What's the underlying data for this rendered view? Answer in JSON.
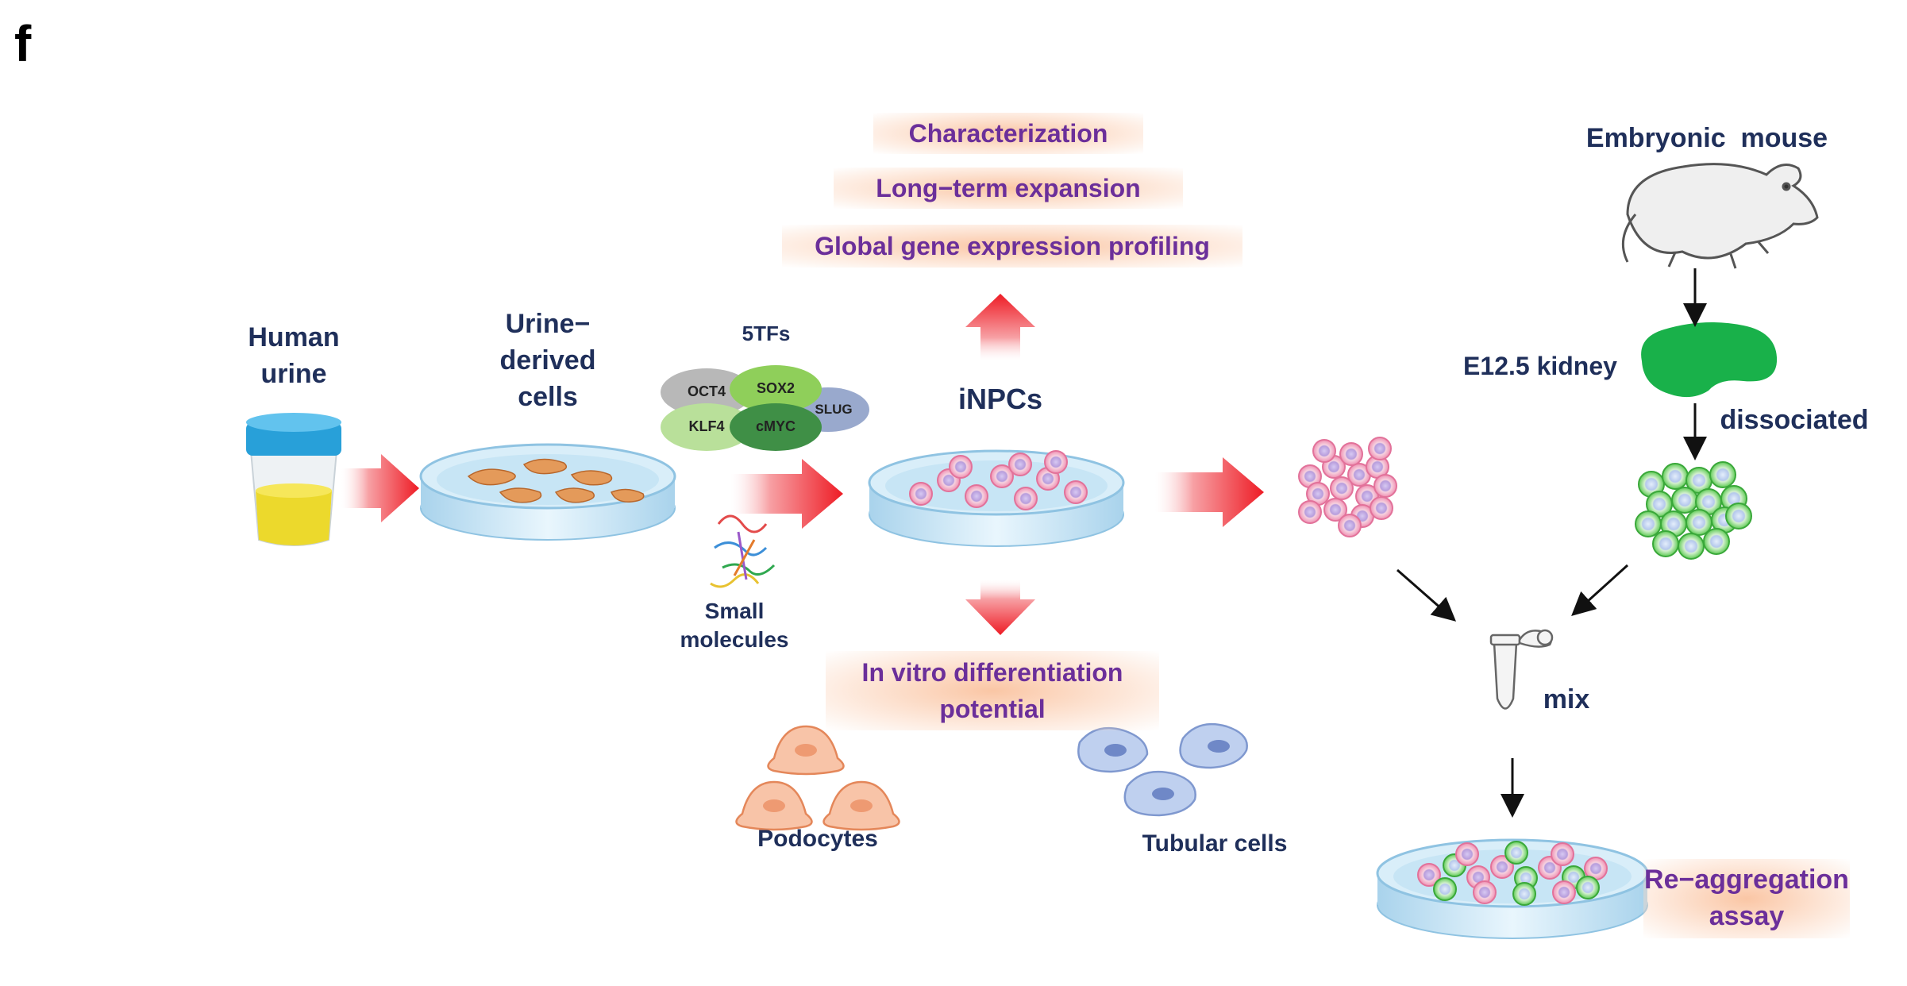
{
  "panel_letter": "f",
  "labels": {
    "human_urine": [
      "Human",
      "urine"
    ],
    "urine_derived": [
      "Urine−",
      "derived",
      "cells"
    ],
    "tfs_title": "5TFs",
    "tfs": [
      "OCT4",
      "SOX2",
      "SLUG",
      "KLF4",
      "cMYC"
    ],
    "small_molecules": [
      "Small",
      "molecules"
    ],
    "inpcs": "iNPCs",
    "characterization": "Characterization",
    "long_term": "Long−term expansion",
    "global_gene": "Global gene expression profiling",
    "in_vitro": [
      "In vitro differentiation",
      "potential"
    ],
    "podocytes": "Podocytes",
    "tubular_cells": "Tubular cells",
    "embryonic_mouse": "Embryonic  mouse",
    "e125_kidney": "E12.5 kidney",
    "dissociated": "dissociated",
    "mix": "mix",
    "reaggregation": [
      "Re−aggregation",
      "assay"
    ]
  },
  "colors": {
    "text_navy": "#1f2f5a",
    "text_purple": "#6b2f9a",
    "arrow_red": "#ee1c25",
    "kidney_green": "#19b14a",
    "cell_pink": "#f19bb8",
    "cell_violet": "#b49ad6",
    "podocyte_orange": "#f6b592",
    "tubular_blue": "#a9bde6",
    "dish_blue": "#bfe1f3"
  },
  "icons": [
    "urine-cup-icon",
    "petri-dish-icon",
    "protein-structure-icon",
    "mouse-icon",
    "kidney-icon",
    "microtube-icon",
    "podocyte-icon",
    "tubular-cell-icon"
  ]
}
